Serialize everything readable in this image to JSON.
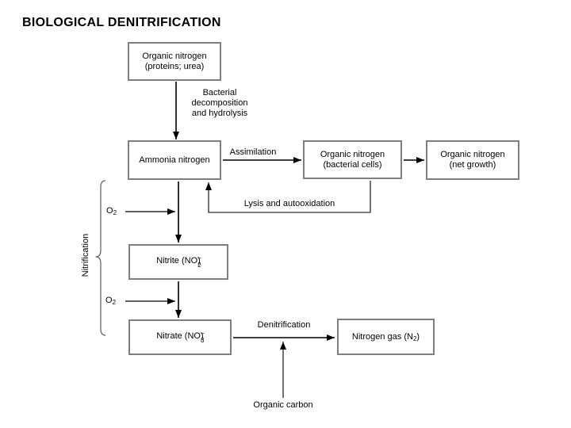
{
  "title": "BIOLOGICAL DENITRIFICATION",
  "boxes": {
    "organic_nitrogen_source": {
      "line1": "Organic nitrogen",
      "line2": "(proteins; urea)"
    },
    "ammonia_nitrogen": {
      "label": "Ammonia nitrogen"
    },
    "organic_nitrogen_bacterial": {
      "line1": "Organic nitrogen",
      "line2": "(bacterial cells)"
    },
    "organic_nitrogen_net_growth": {
      "line1": "Organic nitrogen",
      "line2": "(net growth)"
    },
    "nitrite": {
      "prefix": "Nitrite (NO",
      "sub": "2",
      "sup": "−",
      "suffix": ")"
    },
    "nitrate": {
      "prefix": "Nitrate (NO",
      "sub": "3",
      "sup": "−",
      "suffix": ")"
    },
    "nitrogen_gas": {
      "prefix": "Nitrogen gas (N",
      "sub": "2",
      "suffix": ")"
    }
  },
  "labels": {
    "bacterial_decomposition": {
      "line1": "Bacterial",
      "line2": "decomposition",
      "line3": "and hydrolysis"
    },
    "assimilation": "Assimilation",
    "lysis": "Lysis and autooxidation",
    "o2_upper": {
      "prefix": "O",
      "sub": "2"
    },
    "o2_lower": {
      "prefix": "O",
      "sub": "2"
    },
    "nitrification": "Nitrification",
    "denitrification": "Denitrification",
    "organic_carbon": "Organic carbon"
  },
  "colors": {
    "background": "#ffffff",
    "box_border": "#7f7f7f",
    "line": "#000000",
    "brace": "#666666",
    "text": "#000000"
  }
}
